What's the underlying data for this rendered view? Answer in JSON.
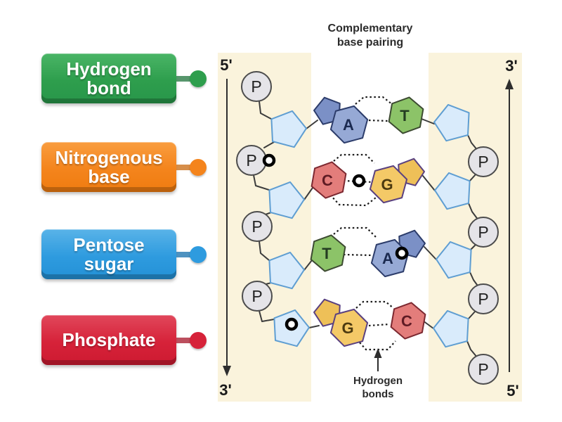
{
  "activity": {
    "labels": [
      {
        "id": "hydrogen-bond",
        "line1": "Hydrogen",
        "line2": "bond",
        "color": "#2e9e4d"
      },
      {
        "id": "nitrogenous-base",
        "line1": "Nitrogenous",
        "line2": "base",
        "color": "#f4841c"
      },
      {
        "id": "pentose-sugar",
        "line1": "Pentose",
        "line2": "sugar",
        "color": "#2e9bdf"
      },
      {
        "id": "phosphate",
        "line1": "Phosphate",
        "color": "#d62239"
      }
    ]
  },
  "diagram": {
    "title_line1": "Complementary",
    "title_line2": "base pairing",
    "caption_line1": "Hydrogen",
    "caption_line2": "bonds",
    "phosphate_symbol": "P",
    "left_strand": {
      "top_end": "5'",
      "bottom_end": "3'",
      "bases": [
        "A",
        "C",
        "T",
        "G"
      ]
    },
    "right_strand": {
      "top_end": "3'",
      "bottom_end": "5'",
      "bases": [
        "T",
        "G",
        "A",
        "C"
      ]
    },
    "colors": {
      "band": "#faf3dc",
      "sugar_fill": "#d9ebfb",
      "phosphate_fill": "#e5e4e8",
      "adenine_fill": "#96a9d5",
      "thymine_fill": "#8cc368",
      "cytosine_fill": "#e37d7b",
      "guanine_fill": "#f4c967"
    }
  }
}
